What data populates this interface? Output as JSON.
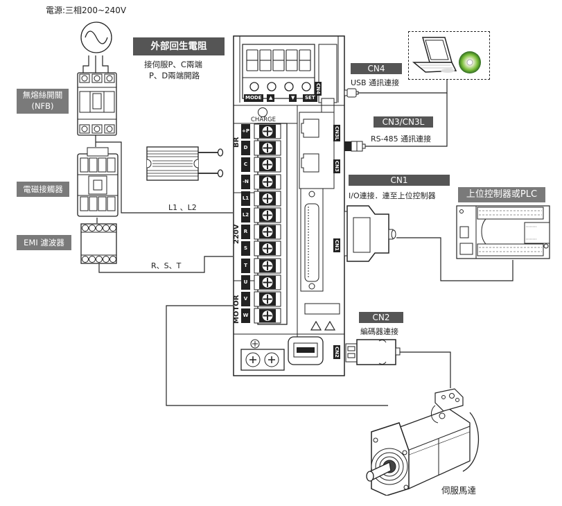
{
  "power_source": {
    "label": "電源:三相200~240V",
    "symbol": "ac-sine-icon"
  },
  "components": {
    "nfb": {
      "label_line1": "無熔絲開關",
      "label_line2": "(NFB)"
    },
    "contactor": {
      "label": "電磁接觸器"
    },
    "emi_filter": {
      "label": "EMI 濾波器"
    },
    "regen_resistor": {
      "title": "外部回生電阻",
      "note_line1": "接伺服P、C兩端",
      "note_line2": "P、D兩端開路"
    },
    "servo_motor": {
      "label": "伺服馬達"
    },
    "controller": {
      "label": "上位控制器或PLC"
    }
  },
  "wiring": {
    "l1_l2": "L1 、L2",
    "rst": "R、S、T"
  },
  "drive": {
    "panel_buttons": [
      "MODE",
      "▲",
      "▼",
      "SET"
    ],
    "charge_label": "CHARGE",
    "terminal_groups": {
      "br": "BR",
      "v220": "220V",
      "motor": "MOTOR"
    },
    "terminals": [
      "+P",
      "D",
      "C",
      "-N",
      "L1",
      "L2",
      "R",
      "S",
      "T",
      "U",
      "V",
      "W"
    ],
    "port_tags": [
      "CN4",
      "CN3L",
      "CN3",
      "CN1",
      "CN2"
    ]
  },
  "connectors": {
    "cn4": {
      "title": "CN4",
      "desc": "USB 通訊連接"
    },
    "cn3": {
      "title": "CN3/CN3L",
      "desc": "RS-485 通訊連接"
    },
    "cn1": {
      "title": "CN1",
      "desc": "I/O連接．連至上位控制器"
    },
    "cn2": {
      "title": "CN2",
      "desc": "編碼器連接"
    }
  },
  "colors": {
    "label_dark": "#555555",
    "label_grey": "#7a7a7a",
    "line": "#222222"
  }
}
